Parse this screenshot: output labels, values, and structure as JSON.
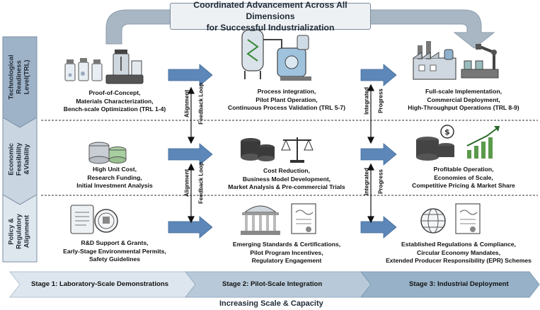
{
  "banner": {
    "line1": "Coordinated Advancement Across All Dimensions",
    "line2": "for Successful Industrialization"
  },
  "rows": {
    "trl": {
      "line1": "Technological",
      "line2": "Readiness",
      "line3": "Level(TRL)"
    },
    "econ": {
      "line1": "Economic",
      "line2": "Feasibility",
      "line3": "&Viability"
    },
    "policy": {
      "line1": "Policy &",
      "line2": "Regulatory",
      "line3": "Alignment"
    }
  },
  "cells": {
    "s1_trl": [
      "Proof-of-Concept,",
      "Materials Characterization,",
      "Bench-scale Optimization (TRL 1-4)"
    ],
    "s2_trl": [
      "Process integration,",
      "Pilot Plant Operation,",
      "Continuous Process Validation (TRL 5-7)"
    ],
    "s3_trl": [
      "Full-scale Implementation,",
      "Commercial Deployment,",
      "High-Throughput Operations (TRL 8-9)"
    ],
    "s1_econ": [
      "High Unit Cost,",
      "Research Funding,",
      "Initial Investment Analysis"
    ],
    "s2_econ": [
      "Cost Reduction,",
      "Business Model Development,",
      "Market Analysis & Pre-commercial Trials"
    ],
    "s3_econ": [
      "Profitable Operation,",
      "Economies of Scale,",
      "Competitive Pricing & Market Share"
    ],
    "s1_policy": [
      "R&D Support & Grants,",
      "Early-Stage Environmental Permits,",
      "Safety Guidelines"
    ],
    "s2_policy": [
      "Emerging Standards & Certifications,",
      "Pilot Program Incentives,",
      "Regulatory Engagement"
    ],
    "s3_policy": [
      "Established Regulations & Compliance,",
      "Circular Economy Mandates,",
      "Extended Producer Responsibility (EPR) Schemes"
    ]
  },
  "connectors": {
    "left_top": {
      "a": "Alignment",
      "b": "Feedback Loop"
    },
    "left_bottom": {
      "a": "Alignment",
      "b": "Feedback Loop"
    },
    "right_top": {
      "a": "Integrated",
      "b": "Progress"
    },
    "right_bottom": {
      "a": "Integrated",
      "b": "Progress"
    }
  },
  "stages": {
    "s1": "Stage 1: Laboratory-Scale Demonstrations",
    "s2": "Stage 2: Pilot-Scale Integration",
    "s3": "Stage 3: Industrial Deployment"
  },
  "bottom_title": "Increasing Scale & Capacity",
  "colors": {
    "row_label_fill": "#9fb3c8",
    "arrow_fill": "#5d87b8",
    "banner_arrow": "#a9b7c4",
    "stage1": "#dde6ee",
    "stage2": "#b8cad9",
    "stage3": "#97b2c8"
  }
}
